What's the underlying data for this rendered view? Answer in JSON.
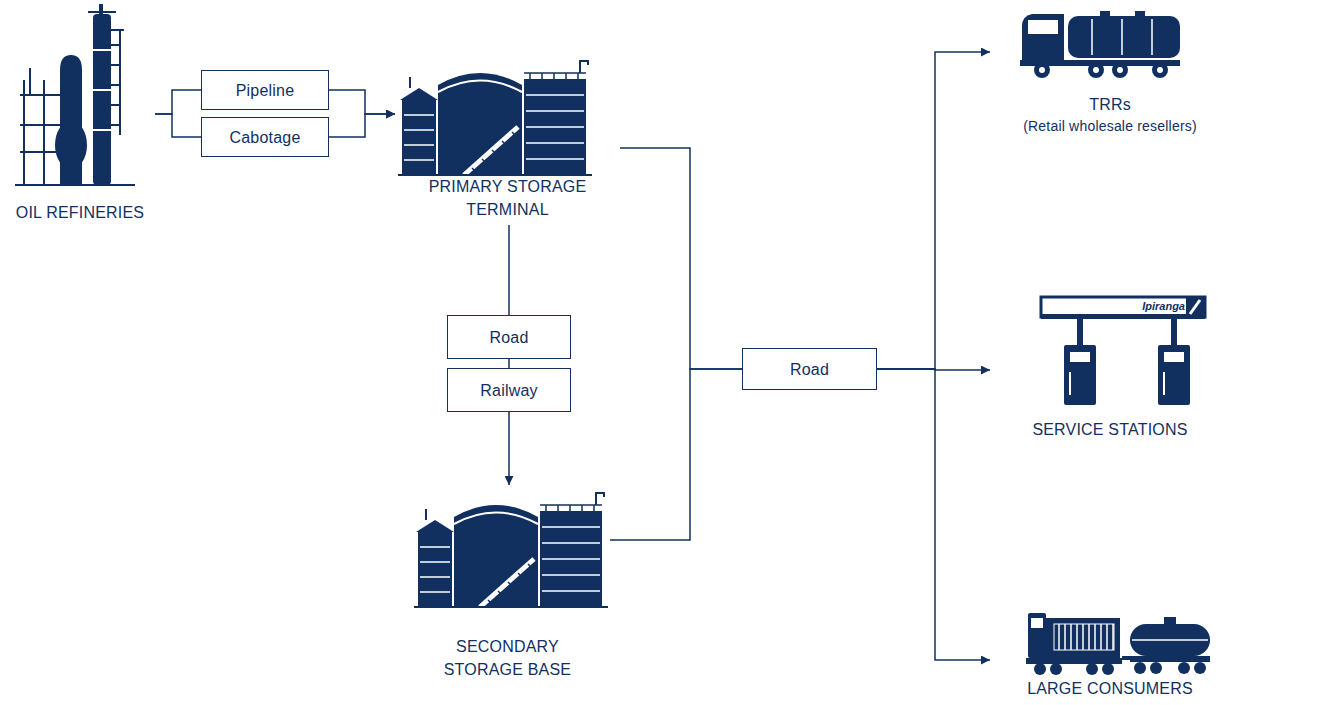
{
  "diagram": {
    "nodes": [
      {
        "text": [
          "OIL REFINERIES"
        ]
      },
      {
        "text": [
          "Pipeline"
        ]
      },
      {
        "text": [
          "Cabotage"
        ]
      },
      {
        "text": [
          "PRIMARY STORAGE TERMINAL"
        ]
      },
      {
        "text": [
          "Road"
        ]
      },
      {
        "text": [
          "Railway"
        ]
      },
      {
        "text": [
          "SECONDARY STORAGE BASE"
        ]
      },
      {
        "text": [
          "Road"
        ]
      },
      {
        "text": [
          "TRRs",
          "(Retail wholesale resellers)"
        ]
      },
      {
        "text": [
          "SERVICE STATIONS"
        ]
      },
      {
        "text": [
          "LARGE CONSUMERS"
        ]
      }
    ],
    "edges": [
      {
        "from": 0,
        "to": 1,
        "arrow": "none"
      },
      {
        "from": 0,
        "to": 2,
        "arrow": "none"
      },
      {
        "from": 1,
        "to": 3,
        "arrow": "to"
      },
      {
        "from": 2,
        "to": 3,
        "arrow": "to"
      },
      {
        "from": 3,
        "to": 4,
        "arrow": "none"
      },
      {
        "from": 4,
        "to": 5,
        "arrow": "none"
      },
      {
        "from": 5,
        "to": 6,
        "arrow": "to"
      },
      {
        "from": 3,
        "to": 7,
        "arrow": "none"
      },
      {
        "from": 6,
        "to": 7,
        "arrow": "none"
      },
      {
        "from": 7,
        "to": 8,
        "arrow": "to"
      },
      {
        "from": 7,
        "to": 9,
        "arrow": "to"
      },
      {
        "from": 7,
        "to": 10,
        "arrow": "to"
      }
    ],
    "labels": [
      "Ipiranga"
    ]
  }
}
